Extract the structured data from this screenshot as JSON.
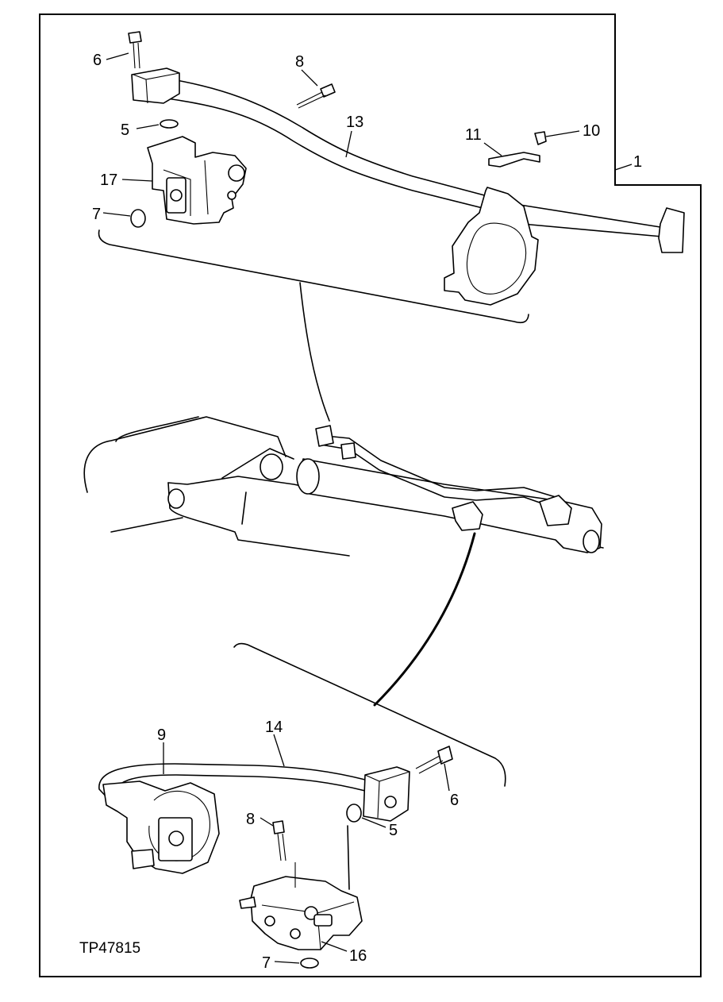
{
  "figure_code": "TP47815",
  "callouts": {
    "c1": "1",
    "c5a": "5",
    "c5b": "5",
    "c6a": "6",
    "c6b": "6",
    "c7a": "7",
    "c7b": "7",
    "c8a": "8",
    "c8b": "8",
    "c9": "9",
    "c10": "10",
    "c11": "11",
    "c13": "13",
    "c14": "14",
    "c16": "16",
    "c17": "17"
  }
}
